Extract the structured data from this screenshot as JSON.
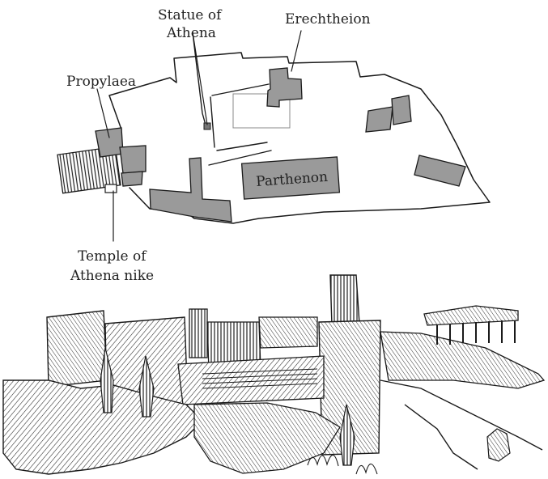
{
  "labels": {
    "statue_line1": "Statue of",
    "statue_line2": "Athena",
    "erechtheion": "Erechtheion",
    "propylaea": "Propylaea",
    "parthenon": "Parthenon",
    "nike_line1": "Temple of",
    "nike_line2": "Athena nike"
  },
  "colors": {
    "ink": "#1a1a1a",
    "building_fill": "#9a9a9a",
    "background": "#ffffff"
  }
}
